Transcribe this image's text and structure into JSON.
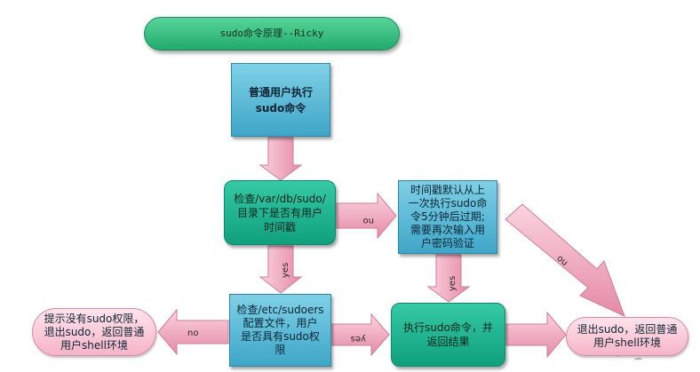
{
  "title": "sudo命令原理--Ricky",
  "nodes": {
    "start": [
      "普通用户执行",
      "sudo命令"
    ],
    "check_dir": [
      "检查/var/db/sudo/",
      "目录下是否有用户",
      "时间戳"
    ],
    "timeout": [
      "时间戳默认从上",
      "一次执行sudo命",
      "令5分钟后过期;",
      "需要再次输入用",
      "户密码验证"
    ],
    "check_sudoers": [
      "检查/etc/sudoers",
      "配置文件，用户",
      "是否具有sudo权",
      "限"
    ],
    "execute": [
      "执行sudo命令，并",
      "返回结果"
    ],
    "no_permission": [
      "提示没有sudo权限，",
      "退出sudo，返回普通",
      "用户shell环境"
    ],
    "exit": [
      "退出sudo，返回普通",
      "用户shell环境"
    ]
  },
  "labels": {
    "no_to_timeout": "no",
    "yes_to_sudoers": "yes",
    "yes_from_timeout": "yes",
    "no_from_timeout": "no",
    "no_permission": "no",
    "yes_to_execute": "yes"
  },
  "decorations": {
    "corner_mark_1": "ᄀ",
    "corner_mark_2": "ᅩ"
  }
}
